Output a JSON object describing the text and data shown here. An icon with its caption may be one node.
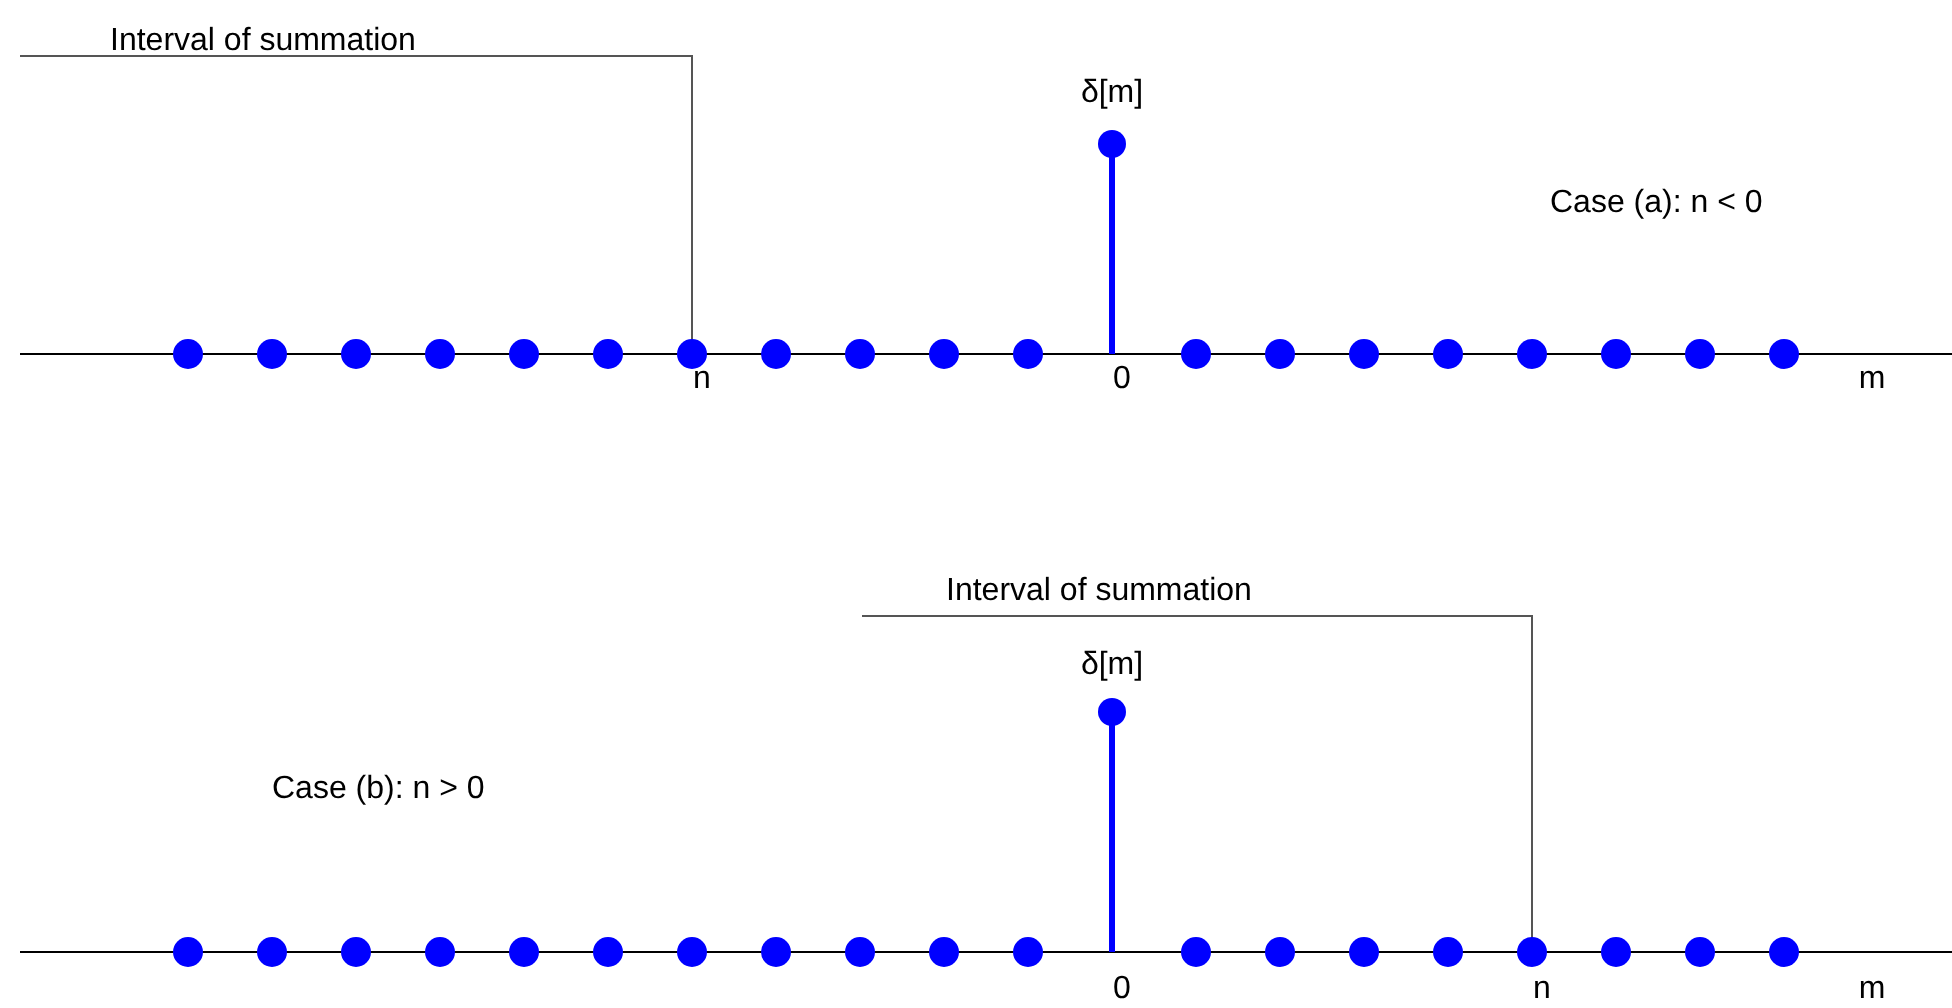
{
  "diagram": {
    "labels": [
      "Interval of summation",
      "δ[m]",
      "Case (a): n < 0",
      "n",
      "0",
      "m",
      "Interval of summation",
      "δ[m]",
      "Case (b): n > 0",
      "0",
      "n",
      "m"
    ]
  }
}
